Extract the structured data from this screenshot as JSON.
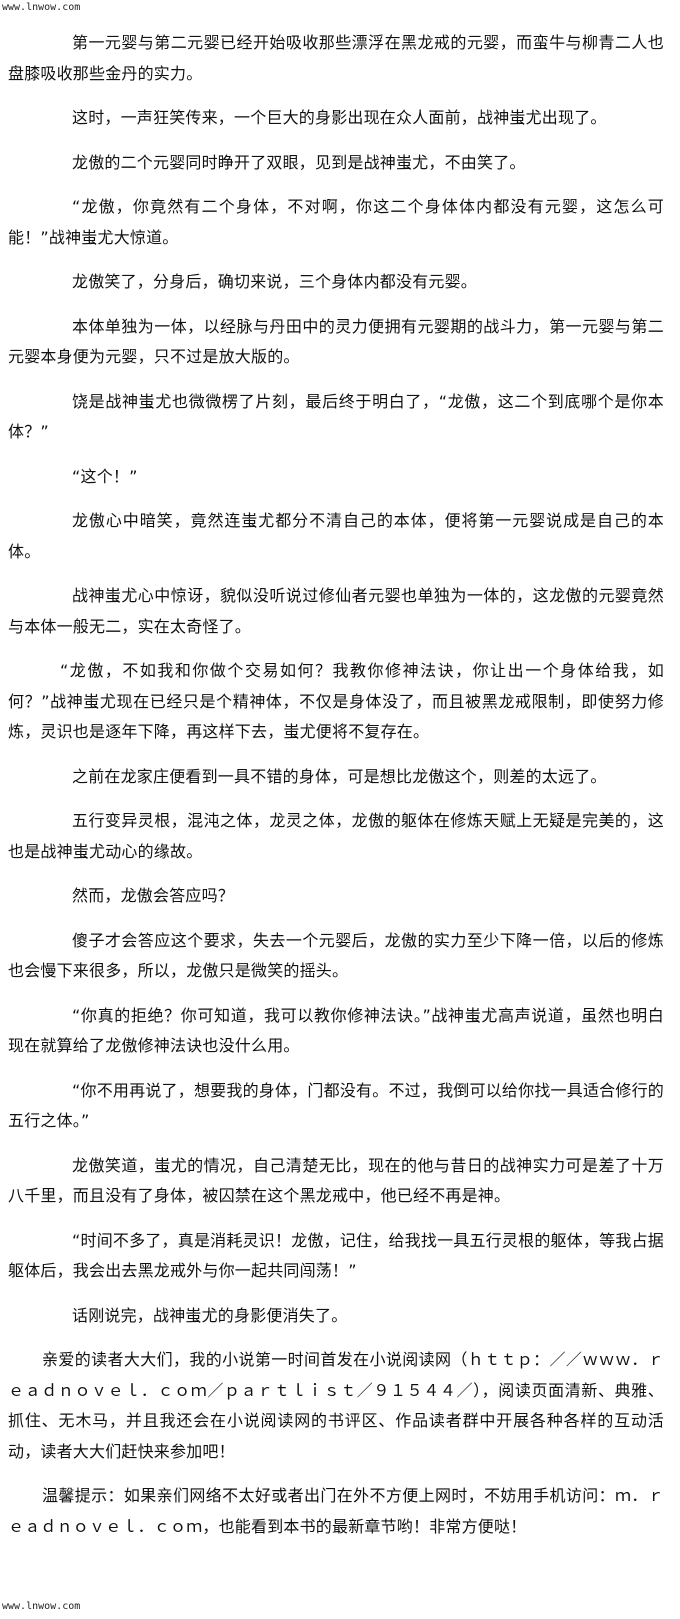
{
  "watermark": "www.lnwow.com",
  "paragraphs": [
    {
      "indent": "i72",
      "text": "第一元婴与第二元婴已经开始吸收那些漂浮在黑龙戒的元婴，而蛮牛与柳青二人也盘膝吸收那些金丹的实力。"
    },
    {
      "indent": "i72",
      "text": "这时，一声狂笑传来，一个巨大的身影出现在众人面前，战神蚩尤出现了。"
    },
    {
      "indent": "i72",
      "text": "龙傲的二个元婴同时睁开了双眼，见到是战神蚩尤，不由笑了。"
    },
    {
      "indent": "i72",
      "text": "“龙傲，你竟然有二个身体，不对啊，你这二个身体体内都没有元婴，这怎么可能！”战神蚩尤大惊道。"
    },
    {
      "indent": "i72",
      "text": "龙傲笑了，分身后，确切来说，三个身体内都没有元婴。"
    },
    {
      "indent": "i72",
      "text": "本体单独为一体，以经脉与丹田中的灵力便拥有元婴期的战斗力，第一元婴与第二元婴本身便为元婴，只不过是放大版的。"
    },
    {
      "indent": "i72",
      "text": "饶是战神蚩尤也微微楞了片刻，最后终于明白了，“龙傲，这二个到底哪个是你本体？”"
    },
    {
      "indent": "i72",
      "text": "“这个！”"
    },
    {
      "indent": "i72",
      "text": "龙傲心中暗笑，竟然连蚩尤都分不清自己的本体，便将第一元婴说成是自己的本体。"
    },
    {
      "indent": "i72",
      "text": "战神蚩尤心中惊讶，貌似没听说过修仙者元婴也单独为一体的，这龙傲的元婴竟然与本体一般无二，实在太奇怪了。"
    },
    {
      "indent": "i60",
      "text": "“龙傲，不如我和你做个交易如何？我教你修神法诀，你让出一个身体给我，如何？”战神蚩尤现在已经只是个精神体，不仅是身体没了，而且被黑龙戒限制，即使努力修炼，灵识也是逐年下降，再这样下去，蚩尤便将不复存在。"
    },
    {
      "indent": "i72",
      "text": "之前在龙家庄便看到一具不错的身体，可是想比龙傲这个，则差的太远了。"
    },
    {
      "indent": "i72",
      "text": "五行变异灵根，混沌之体，龙灵之体，龙傲的躯体在修炼天赋上无疑是完美的，这也是战神蚩尤动心的缘故。"
    },
    {
      "indent": "i72",
      "text": "然而，龙傲会答应吗？"
    },
    {
      "indent": "i72",
      "text": "傻子才会答应这个要求，失去一个元婴后，龙傲的实力至少下降一倍，以后的修炼也会慢下来很多，所以，龙傲只是微笑的摇头。"
    },
    {
      "indent": "i72",
      "text": "“你真的拒绝？你可知道，我可以教你修神法诀。”战神蚩尤高声说道，虽然也明白现在就算给了龙傲修神法诀也没什么用。"
    },
    {
      "indent": "i72",
      "text": "“你不用再说了，想要我的身体，门都没有。不过，我倒可以给你找一具适合修行的五行之体。”"
    },
    {
      "indent": "i72",
      "text": "龙傲笑道，蚩尤的情况，自己清楚无比，现在的他与昔日的战神实力可是差了十万八千里，而且没有了身体，被囚禁在这个黑龙戒中，他已经不再是神。"
    },
    {
      "indent": "i72",
      "text": "“时间不多了，真是消耗灵识！龙傲，记住，给我找一具五行灵根的躯体，等我占据躯体后，我会出去黑龙戒外与你一起共同闯荡！”"
    },
    {
      "indent": "i72",
      "text": "话刚说完，战神蚩尤的身影便消失了。"
    },
    {
      "indent": "i42",
      "text": "亲爱的读者大大们，我的小说第一时间首发在小说阅读网（ｈｔｔｐ：／／ｗｗｗ．ｒｅａｄｎｏｖｅｌ．ｃｏｍ／ｐａｒｔｌｉｓｔ／９１５４４／），阅读页面清新、典雅、抓住、无木马，并且我还会在小说阅读网的书评区、作品读者群中开展各种各样的互动活动，读者大大们赶快来参加吧！"
    },
    {
      "indent": "i42",
      "text": "温馨提示：如果亲们网络不太好或者出门在外不方便上网时，不妨用手机访问：ｍ．ｒｅａｄｎｏｖｅｌ．ｃｏｍ，也能看到本书的最新章节哟！非常方便哒！"
    }
  ]
}
